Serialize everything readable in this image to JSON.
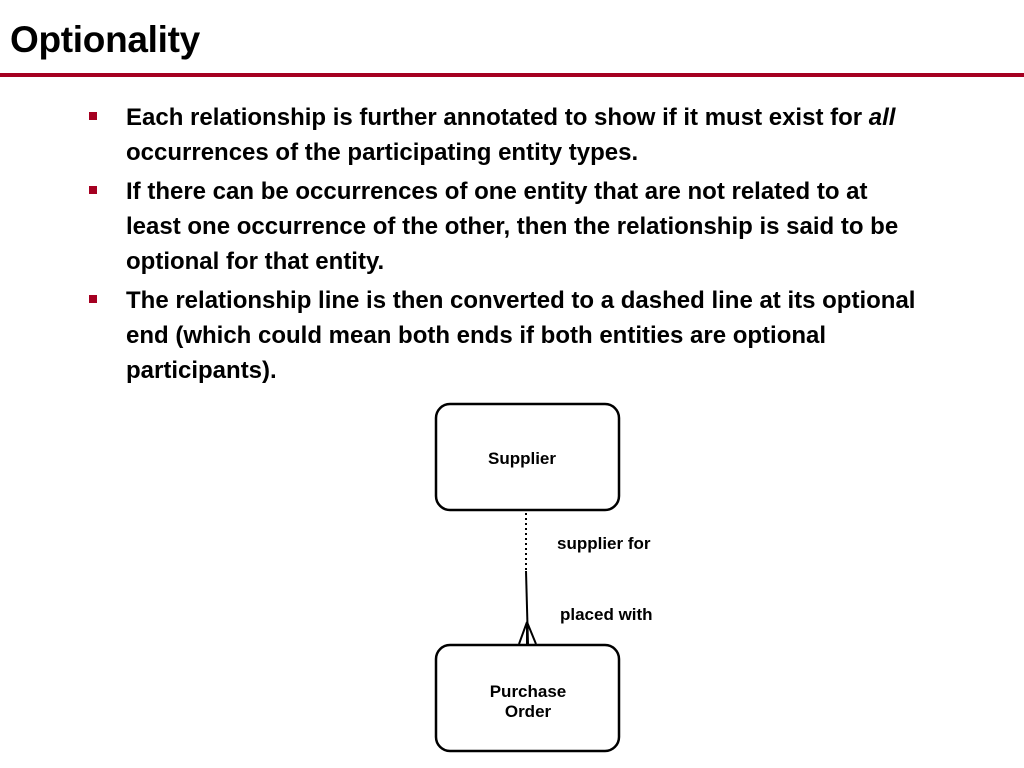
{
  "slide": {
    "title": "Optionality",
    "accent_color": "#a50021",
    "bullets": [
      {
        "before": "Each relationship is further annotated to show if it must exist for ",
        "emphasis": "all",
        "after": " occurrences of the participating entity types."
      },
      {
        "before": "If there can be occurrences of one entity that are not related to at least one occurrence of the other, then the relationship is said to be optional for that entity.",
        "emphasis": "",
        "after": ""
      },
      {
        "before": "The relationship line is then converted to a dashed line at its optional end (which could mean both ends if both entities are optional participants).",
        "emphasis": "",
        "after": ""
      }
    ]
  },
  "diagram": {
    "entity_top": {
      "name": "Supplier"
    },
    "entity_bottom": {
      "name_line1": "Purchase",
      "name_line2": "Order"
    },
    "relationship": {
      "label_top": "supplier for",
      "label_bottom": "placed with",
      "top_end": "optional",
      "bottom_end": "mandatory, many"
    }
  }
}
